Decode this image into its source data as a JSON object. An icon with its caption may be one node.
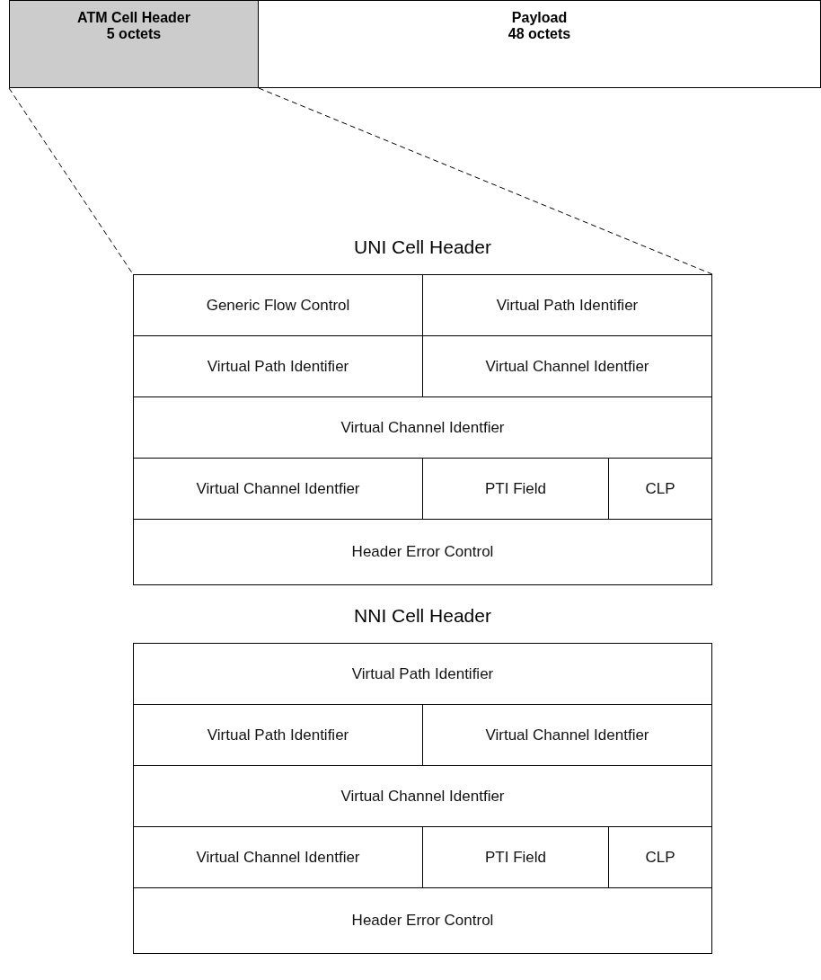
{
  "diagram": {
    "nodes": [
      {
        "text": [
          "ATM Cell Header",
          "5 octets"
        ]
      },
      {
        "text": [
          "Payload",
          "48 octets"
        ]
      },
      {
        "text": [
          "UNI Cell Header"
        ]
      },
      {
        "text": [
          "Generic Flow Control"
        ],
        "in": 2
      },
      {
        "text": [
          "Virtual Path Identifier"
        ],
        "in": 2
      },
      {
        "text": [
          "Virtual Path Identifier"
        ],
        "in": 2
      },
      {
        "text": [
          "Virtual Channel Identfier"
        ],
        "in": 2
      },
      {
        "text": [
          "Virtual Channel Identfier"
        ],
        "in": 2
      },
      {
        "text": [
          "Virtual Channel Identfier"
        ],
        "in": 2
      },
      {
        "text": [
          "PTI Field"
        ],
        "in": 2
      },
      {
        "text": [
          "CLP"
        ],
        "in": 2
      },
      {
        "text": [
          "Header Error Control"
        ],
        "in": 2
      },
      {
        "text": [
          "NNI Cell Header"
        ]
      },
      {
        "text": [
          "Virtual Path Identifier"
        ],
        "in": 12
      },
      {
        "text": [
          "Virtual Path Identifier"
        ],
        "in": 12
      },
      {
        "text": [
          "Virtual Channel Identfier"
        ],
        "in": 12
      },
      {
        "text": [
          "Virtual Channel Identfier"
        ],
        "in": 12
      },
      {
        "text": [
          "Virtual Channel Identfier"
        ],
        "in": 12
      },
      {
        "text": [
          "PTI Field"
        ],
        "in": 12
      },
      {
        "text": [
          "CLP"
        ],
        "in": 12
      },
      {
        "text": [
          "Header Error Control"
        ],
        "in": 12
      }
    ],
    "edges": [
      {
        "from": 0,
        "to": 2,
        "arrow": "none",
        "style": "dashed"
      },
      {
        "from": 0,
        "to": 2,
        "arrow": "none",
        "style": "dashed"
      }
    ]
  }
}
